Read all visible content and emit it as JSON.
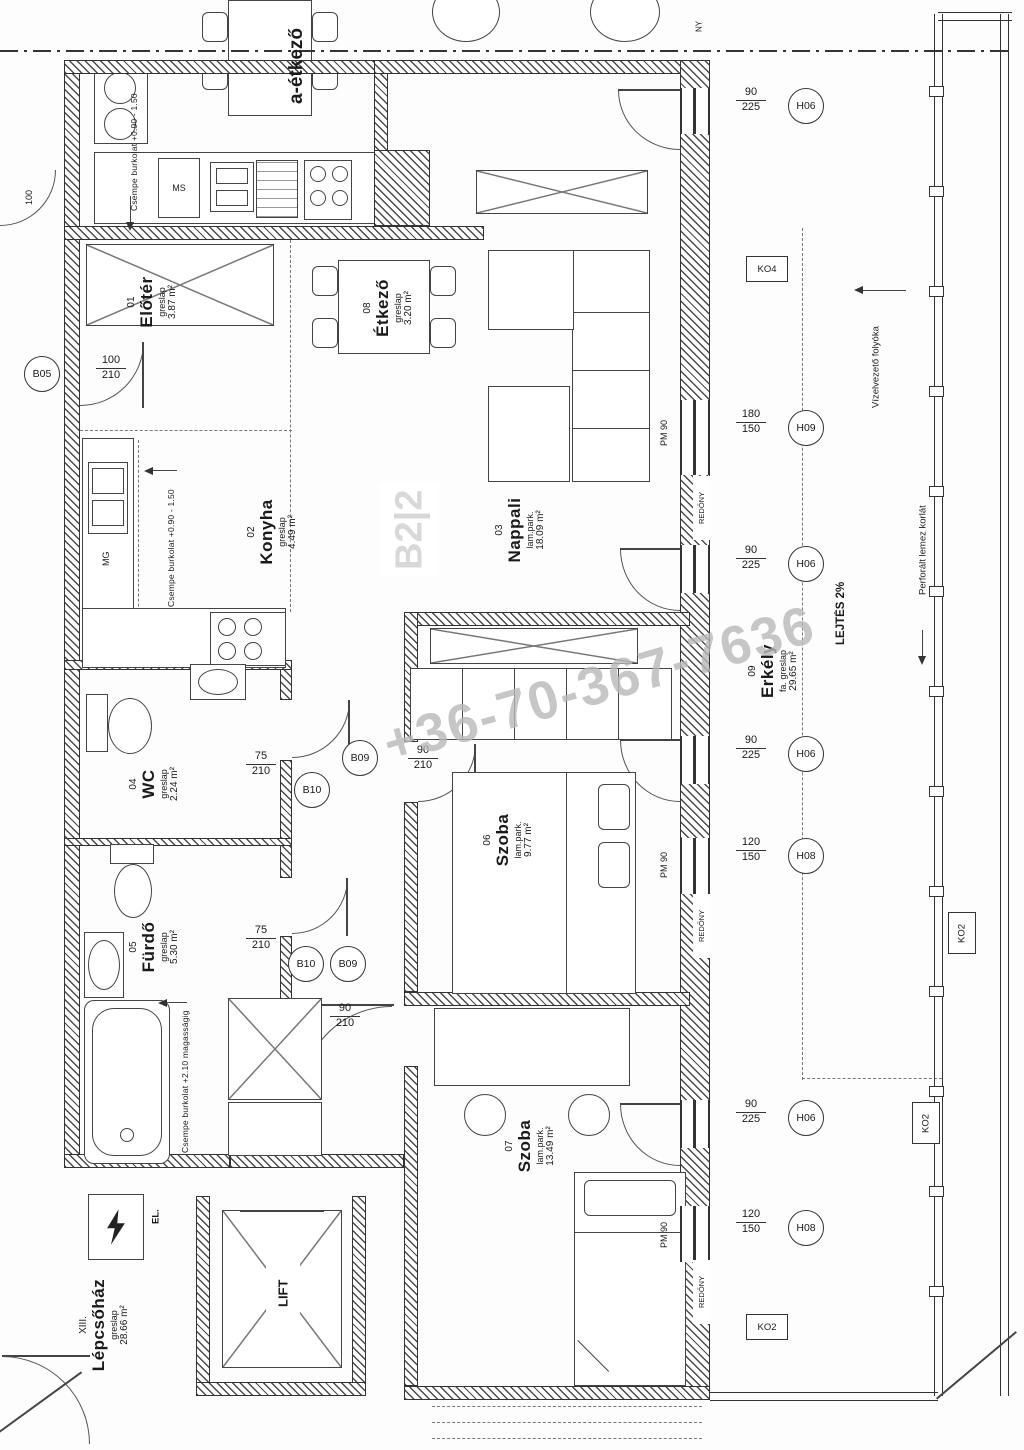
{
  "watermark": {
    "phone": "+36-70-367-7636",
    "unit_code": "B2|2"
  },
  "neighbor": {
    "room_label": "a-étkező",
    "appliance_label": "MS",
    "tile_note": "Csempe burkolat +0.90 - 1.50"
  },
  "rooms": {
    "eloter": {
      "id": "01",
      "name": "Előtér",
      "floor": "greslap",
      "area": "3.87 m²"
    },
    "konyha": {
      "id": "02",
      "name": "Konyha",
      "floor": "greslap",
      "area": "4.49 m²"
    },
    "nappali": {
      "id": "03",
      "name": "Nappali",
      "floor": "lam.park.",
      "area": "18.09 m²"
    },
    "wc": {
      "id": "04",
      "name": "WC",
      "floor": "greslap",
      "area": "2.24 m²"
    },
    "furdo": {
      "id": "05",
      "name": "Fürdő",
      "floor": "greslap",
      "area": "5.30 m²"
    },
    "szoba06": {
      "id": "06",
      "name": "Szoba",
      "floor": "lam.park.",
      "area": "9.77 m²"
    },
    "szoba07": {
      "id": "07",
      "name": "Szoba",
      "floor": "lam.park.",
      "area": "13.49 m²"
    },
    "etkezo": {
      "id": "08",
      "name": "Étkező",
      "floor": "greslap",
      "area": "3.20 m²"
    },
    "erkely": {
      "id": "09",
      "name": "Erkély",
      "floor": "fa. greslap",
      "area": "29.65 m²"
    },
    "lepcsohaz": {
      "id": "XIII.",
      "name": "Lépcsőház",
      "floor": "greslap",
      "area": "28.66 m²"
    }
  },
  "kitchen": {
    "appliance_label": "MG",
    "tile_note": "Csempe burkolat +0.90 - 1.50"
  },
  "bathroom": {
    "tile_note": "Csempe burkolat +2.10 magasságig"
  },
  "doors": {
    "b05": {
      "tag": "B05",
      "size_w": "100",
      "size_h": "210"
    },
    "b10_wc": {
      "tag": "B10",
      "size_w": "75",
      "size_h": "210"
    },
    "b10_furdo": {
      "tag": "B10",
      "size_w": "75",
      "size_h": "210"
    },
    "b09_szoba06": {
      "tag": "B09",
      "size_w": "90",
      "size_h": "210"
    },
    "b09_szoba07": {
      "tag": "B09",
      "size_w": "90",
      "size_h": "210"
    }
  },
  "windows": {
    "h06_a": {
      "tag": "H06",
      "size_w": "90",
      "size_h": "225"
    },
    "h09": {
      "tag": "H09",
      "size_w": "180",
      "size_h": "150",
      "sill": "PM 90"
    },
    "h06_b": {
      "tag": "H06",
      "size_w": "90",
      "size_h": "225"
    },
    "h06_c": {
      "tag": "H06",
      "size_w": "90",
      "size_h": "225"
    },
    "h08_a": {
      "tag": "H08",
      "size_w": "120",
      "size_h": "150",
      "sill": "PM 90"
    },
    "h06_d": {
      "tag": "H06",
      "size_w": "90",
      "size_h": "225"
    },
    "h08_b": {
      "tag": "H08",
      "size_w": "120",
      "size_h": "150",
      "sill": "PM 90"
    }
  },
  "balcony": {
    "slope_note": "LEJTÉS 2%",
    "drain_note": "Vízelvezető folyóka",
    "railing_note": "Perforált lemez korlát",
    "shutter_label": "REDŐNY",
    "ko4": "KO4",
    "ko2": "KO2",
    "edge_label": "NY"
  },
  "stairwell": {
    "lift_label": "LIFT",
    "electrical_label": "EL."
  },
  "dims": {
    "d100": "100"
  }
}
